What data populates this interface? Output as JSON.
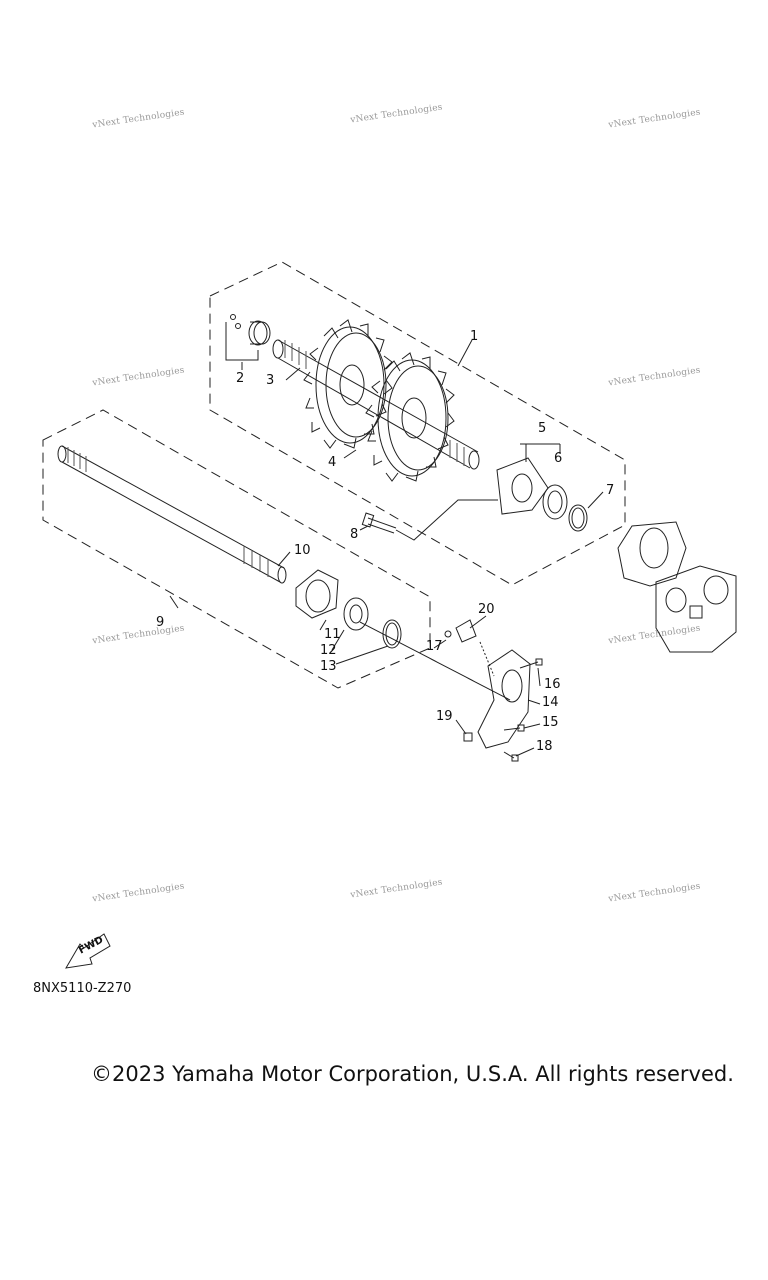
{
  "watermark": "vNext Technologies",
  "callouts": [
    "1",
    "2",
    "3",
    "4",
    "5",
    "6",
    "7",
    "8",
    "9",
    "10",
    "11",
    "12",
    "13",
    "14",
    "15",
    "16",
    "17",
    "18",
    "19",
    "20"
  ],
  "fwd_arrow_label": "FWD",
  "diagram_code": "8NX5110-Z270",
  "copyright": "©2023 Yamaha Motor Corporation, U.S.A. All rights reserved."
}
